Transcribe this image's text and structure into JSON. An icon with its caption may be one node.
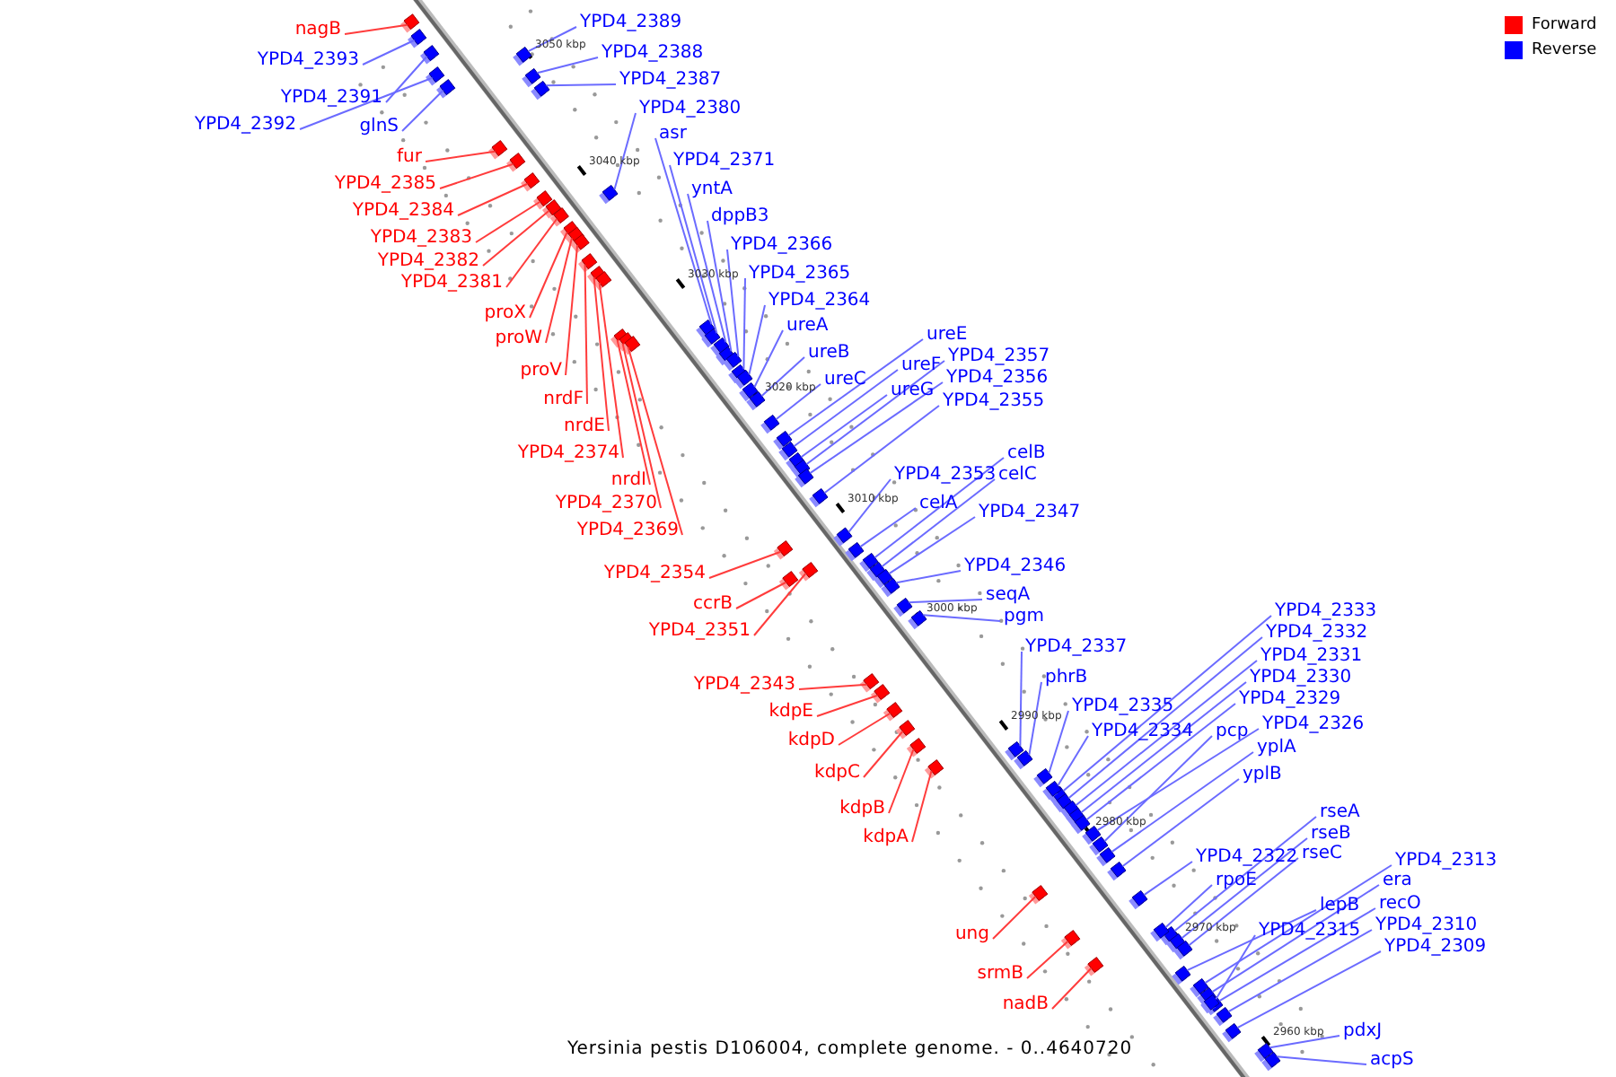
{
  "diagram": {
    "caption": "Yersinia pestis D106004, complete genome. - 0..4640720",
    "nodes": [
      {
        "text": [
          "nagB"
        ]
      },
      {
        "text": [
          "YPD4_2393"
        ]
      },
      {
        "text": [
          "YPD4_2391"
        ]
      },
      {
        "text": [
          "YPD4_2392"
        ]
      },
      {
        "text": [
          "glnS"
        ]
      },
      {
        "text": [
          "YPD4_2389"
        ]
      },
      {
        "text": [
          "YPD4_2388"
        ]
      },
      {
        "text": [
          "YPD4_2387"
        ]
      },
      {
        "text": [
          "YPD4_2380"
        ]
      },
      {
        "text": [
          "asr"
        ]
      },
      {
        "text": [
          "YPD4_2371"
        ]
      },
      {
        "text": [
          "yntA"
        ]
      },
      {
        "text": [
          "dppB3"
        ]
      },
      {
        "text": [
          "YPD4_2366"
        ]
      },
      {
        "text": [
          "YPD4_2365"
        ]
      },
      {
        "text": [
          "YPD4_2364"
        ]
      },
      {
        "text": [
          "ureA"
        ]
      },
      {
        "text": [
          "ureB"
        ]
      },
      {
        "text": [
          "ureC"
        ]
      },
      {
        "text": [
          "ureE"
        ]
      },
      {
        "text": [
          "ureF"
        ]
      },
      {
        "text": [
          "ureG"
        ]
      },
      {
        "text": [
          "YPD4_2357"
        ]
      },
      {
        "text": [
          "YPD4_2356"
        ]
      },
      {
        "text": [
          "YPD4_2355"
        ]
      },
      {
        "text": [
          "fur"
        ]
      },
      {
        "text": [
          "YPD4_2385"
        ]
      },
      {
        "text": [
          "YPD4_2384"
        ]
      },
      {
        "text": [
          "YPD4_2383"
        ]
      },
      {
        "text": [
          "YPD4_2382"
        ]
      },
      {
        "text": [
          "YPD4_2381"
        ]
      },
      {
        "text": [
          "proX"
        ]
      },
      {
        "text": [
          "proW"
        ]
      },
      {
        "text": [
          "proV"
        ]
      },
      {
        "text": [
          "nrdF"
        ]
      },
      {
        "text": [
          "nrdE"
        ]
      },
      {
        "text": [
          "YPD4_2374"
        ]
      },
      {
        "text": [
          "nrdI"
        ]
      },
      {
        "text": [
          "YPD4_2370"
        ]
      },
      {
        "text": [
          "YPD4_2369"
        ]
      },
      {
        "text": [
          "YPD4_2353"
        ]
      },
      {
        "text": [
          "celB"
        ]
      },
      {
        "text": [
          "celC"
        ]
      },
      {
        "text": [
          "celA"
        ]
      },
      {
        "text": [
          "YPD4_2347"
        ]
      },
      {
        "text": [
          "YPD4_2354"
        ]
      },
      {
        "text": [
          "ccrB"
        ]
      },
      {
        "text": [
          "YPD4_2351"
        ]
      },
      {
        "text": [
          "YPD4_2346"
        ]
      },
      {
        "text": [
          "seqA"
        ]
      },
      {
        "text": [
          "pgm"
        ]
      },
      {
        "text": [
          "YPD4_2333"
        ]
      },
      {
        "text": [
          "YPD4_2332"
        ]
      },
      {
        "text": [
          "YPD4_2331"
        ]
      },
      {
        "text": [
          "YPD4_2337"
        ]
      },
      {
        "text": [
          "YPD4_2330"
        ]
      },
      {
        "text": [
          "phrB"
        ]
      },
      {
        "text": [
          "YPD4_2343"
        ]
      },
      {
        "text": [
          "YPD4_2329"
        ]
      },
      {
        "text": [
          "YPD4_2335"
        ]
      },
      {
        "text": [
          "kdpE"
        ]
      },
      {
        "text": [
          "YPD4_2326"
        ]
      },
      {
        "text": [
          "pcp"
        ]
      },
      {
        "text": [
          "YPD4_2334"
        ]
      },
      {
        "text": [
          "kdpD"
        ]
      },
      {
        "text": [
          "yplA"
        ]
      },
      {
        "text": [
          "kdpC"
        ]
      },
      {
        "text": [
          "yplB"
        ]
      },
      {
        "text": [
          "kdpB"
        ]
      },
      {
        "text": [
          "rseA"
        ]
      },
      {
        "text": [
          "rseB"
        ]
      },
      {
        "text": [
          "kdpA"
        ]
      },
      {
        "text": [
          "rseC"
        ]
      },
      {
        "text": [
          "YPD4_2322"
        ]
      },
      {
        "text": [
          "YPD4_2313"
        ]
      },
      {
        "text": [
          "rpoE"
        ]
      },
      {
        "text": [
          "era"
        ]
      },
      {
        "text": [
          "recO"
        ]
      },
      {
        "text": [
          "lepB"
        ]
      },
      {
        "text": [
          "YPD4_2310"
        ]
      },
      {
        "text": [
          "YPD4_2315"
        ]
      },
      {
        "text": [
          "ung"
        ]
      },
      {
        "text": [
          "YPD4_2309"
        ]
      },
      {
        "text": [
          "srmB"
        ]
      },
      {
        "text": [
          "nadB"
        ]
      },
      {
        "text": [
          "pdxJ"
        ]
      },
      {
        "text": [
          "acpS"
        ]
      },
      {
        "text": [],
        "shape": "box"
      },
      {
        "text": [],
        "shape": "box"
      },
      {
        "text": [],
        "shape": "box"
      },
      {
        "text": [],
        "shape": "box"
      },
      {
        "text": [],
        "shape": "box"
      },
      {
        "text": [],
        "shape": "box"
      },
      {
        "text": [],
        "shape": "box"
      },
      {
        "text": [],
        "shape": "box"
      },
      {
        "text": [],
        "shape": "box"
      },
      {
        "text": [],
        "shape": "box"
      },
      {
        "text": [],
        "shape": "box"
      },
      {
        "text": [],
        "shape": "box"
      },
      {
        "text": [],
        "shape": "box"
      },
      {
        "text": [],
        "shape": "box"
      },
      {
        "text": [],
        "shape": "box"
      },
      {
        "text": [],
        "shape": "box"
      },
      {
        "text": [],
        "shape": "box"
      },
      {
        "text": [],
        "shape": "box"
      },
      {
        "text": [],
        "shape": "box"
      },
      {
        "text": [],
        "shape": "box"
      },
      {
        "text": [],
        "shape": "box"
      },
      {
        "text": [],
        "shape": "box"
      },
      {
        "text": [],
        "shape": "box"
      },
      {
        "text": [],
        "shape": "box"
      },
      {
        "text": [],
        "shape": "box"
      },
      {
        "text": [],
        "shape": "box"
      },
      {
        "text": [],
        "shape": "box"
      },
      {
        "text": [],
        "shape": "box"
      },
      {
        "text": [],
        "shape": "box"
      },
      {
        "text": [],
        "shape": "box"
      },
      {
        "text": [],
        "shape": "box"
      },
      {
        "text": [],
        "shape": "box"
      },
      {
        "text": [],
        "shape": "box"
      },
      {
        "text": [],
        "shape": "box"
      },
      {
        "text": [],
        "shape": "box"
      },
      {
        "text": [],
        "shape": "box"
      },
      {
        "text": [],
        "shape": "box"
      },
      {
        "text": [],
        "shape": "box"
      },
      {
        "text": [],
        "shape": "box"
      },
      {
        "text": [],
        "shape": "box"
      },
      {
        "text": [],
        "shape": "box"
      },
      {
        "text": [],
        "shape": "box"
      },
      {
        "text": [],
        "shape": "box"
      },
      {
        "text": [],
        "shape": "box"
      },
      {
        "text": [],
        "shape": "box"
      },
      {
        "text": [],
        "shape": "box"
      },
      {
        "text": [],
        "shape": "box"
      },
      {
        "text": [],
        "shape": "box"
      },
      {
        "text": [],
        "shape": "box"
      },
      {
        "text": [],
        "shape": "box"
      },
      {
        "text": [],
        "shape": "box"
      },
      {
        "text": [],
        "shape": "box"
      },
      {
        "text": [],
        "shape": "box"
      },
      {
        "text": [],
        "shape": "box"
      },
      {
        "text": [],
        "shape": "box"
      },
      {
        "text": [],
        "shape": "box"
      },
      {
        "text": [],
        "shape": "box"
      },
      {
        "text": [],
        "shape": "box"
      },
      {
        "text": [],
        "shape": "box"
      },
      {
        "text": [],
        "shape": "box"
      },
      {
        "text": [],
        "shape": "box"
      },
      {
        "text": [],
        "shape": "box"
      },
      {
        "text": [],
        "shape": "box"
      },
      {
        "text": [],
        "shape": "box"
      },
      {
        "text": [],
        "shape": "box"
      },
      {
        "text": [],
        "shape": "box"
      },
      {
        "text": [],
        "shape": "box"
      },
      {
        "text": [],
        "shape": "box"
      },
      {
        "text": [],
        "shape": "box"
      },
      {
        "text": [],
        "shape": "box"
      },
      {
        "text": [],
        "shape": "box"
      },
      {
        "text": [],
        "shape": "box"
      },
      {
        "text": [],
        "shape": "box"
      },
      {
        "text": [],
        "shape": "box"
      },
      {
        "text": [],
        "shape": "box"
      },
      {
        "text": [],
        "shape": "box"
      },
      {
        "text": [],
        "shape": "box"
      },
      {
        "text": [],
        "shape": "box"
      },
      {
        "text": [],
        "shape": "box"
      },
      {
        "text": [],
        "shape": "box"
      },
      {
        "text": [],
        "shape": "box"
      },
      {
        "text": [],
        "shape": "box"
      },
      {
        "text": [],
        "shape": "box"
      },
      {
        "text": [],
        "shape": "box"
      },
      {
        "text": [],
        "shape": "box"
      },
      {
        "text": [],
        "shape": "box"
      },
      {
        "text": [],
        "shape": "box"
      }
    ],
    "edges": [
      {
        "from": 0,
        "to": 87,
        "arrow": "none",
        "color": "#ff3c3c"
      },
      {
        "from": 1,
        "to": 88,
        "arrow": "none"
      },
      {
        "from": 2,
        "to": 89,
        "arrow": "none"
      },
      {
        "from": 3,
        "to": 90,
        "arrow": "none"
      },
      {
        "from": 4,
        "to": 91,
        "arrow": "none"
      },
      {
        "from": 5,
        "to": 92,
        "arrow": "none"
      },
      {
        "from": 6,
        "to": 93,
        "arrow": "none"
      },
      {
        "from": 7,
        "to": 94,
        "arrow": "none"
      },
      {
        "from": 8,
        "to": 95,
        "arrow": "none"
      },
      {
        "from": 9,
        "to": 96,
        "arrow": "none"
      },
      {
        "from": 10,
        "to": 97,
        "arrow": "none"
      },
      {
        "from": 11,
        "to": 98,
        "arrow": "none"
      },
      {
        "from": 12,
        "to": 99,
        "arrow": "none"
      },
      {
        "from": 13,
        "to": 100,
        "arrow": "none"
      },
      {
        "from": 14,
        "to": 101,
        "arrow": "none"
      },
      {
        "from": 15,
        "to": 102,
        "arrow": "none"
      },
      {
        "from": 16,
        "to": 103,
        "arrow": "none"
      },
      {
        "from": 17,
        "to": 104,
        "arrow": "none"
      },
      {
        "from": 18,
        "to": 105,
        "arrow": "none"
      },
      {
        "from": 19,
        "to": 106,
        "arrow": "none"
      },
      {
        "from": 20,
        "to": 107,
        "arrow": "none"
      },
      {
        "from": 21,
        "to": 108,
        "arrow": "none"
      },
      {
        "from": 22,
        "to": 109,
        "arrow": "none"
      },
      {
        "from": 23,
        "to": 110,
        "arrow": "none"
      },
      {
        "from": 24,
        "to": 111,
        "arrow": "none"
      },
      {
        "from": 25,
        "to": 112,
        "arrow": "none",
        "color": "#ff3c3c"
      },
      {
        "from": 26,
        "to": 113,
        "arrow": "none",
        "color": "#ff3c3c"
      },
      {
        "from": 27,
        "to": 114,
        "arrow": "none",
        "color": "#ff3c3c"
      },
      {
        "from": 28,
        "to": 115,
        "arrow": "none",
        "color": "#ff3c3c"
      },
      {
        "from": 29,
        "to": 116,
        "arrow": "none",
        "color": "#ff3c3c"
      },
      {
        "from": 30,
        "to": 117,
        "arrow": "none",
        "color": "#ff3c3c"
      },
      {
        "from": 31,
        "to": 118,
        "arrow": "none",
        "color": "#ff3c3c"
      },
      {
        "from": 32,
        "to": 119,
        "arrow": "none",
        "color": "#ff3c3c"
      },
      {
        "from": 33,
        "to": 120,
        "arrow": "none",
        "color": "#ff3c3c"
      },
      {
        "from": 34,
        "to": 121,
        "arrow": "none",
        "color": "#ff3c3c"
      },
      {
        "from": 35,
        "to": 122,
        "arrow": "none",
        "color": "#ff3c3c"
      },
      {
        "from": 36,
        "to": 123,
        "arrow": "none",
        "color": "#ff3c3c"
      },
      {
        "from": 37,
        "to": 124,
        "arrow": "none",
        "color": "#ff3c3c"
      },
      {
        "from": 38,
        "to": 125,
        "arrow": "none",
        "color": "#ff3c3c"
      },
      {
        "from": 39,
        "to": 126,
        "arrow": "none",
        "color": "#ff3c3c"
      },
      {
        "from": 40,
        "to": 127,
        "arrow": "none"
      },
      {
        "from": 41,
        "to": 128,
        "arrow": "none"
      },
      {
        "from": 42,
        "to": 129,
        "arrow": "none"
      },
      {
        "from": 43,
        "to": 130,
        "arrow": "none"
      },
      {
        "from": 44,
        "to": 131,
        "arrow": "none"
      },
      {
        "from": 45,
        "to": 132,
        "arrow": "none",
        "color": "#ff3c3c"
      },
      {
        "from": 46,
        "to": 133,
        "arrow": "none",
        "color": "#ff3c3c"
      },
      {
        "from": 47,
        "to": 134,
        "arrow": "none",
        "color": "#ff3c3c"
      },
      {
        "from": 48,
        "to": 135,
        "arrow": "none"
      },
      {
        "from": 49,
        "to": 136,
        "arrow": "none"
      },
      {
        "from": 50,
        "to": 137,
        "arrow": "none"
      },
      {
        "from": 51,
        "to": 138,
        "arrow": "none"
      },
      {
        "from": 52,
        "to": 139,
        "arrow": "none"
      },
      {
        "from": 53,
        "to": 140,
        "arrow": "none"
      },
      {
        "from": 54,
        "to": 141,
        "arrow": "none"
      },
      {
        "from": 55,
        "to": 142,
        "arrow": "none"
      },
      {
        "from": 56,
        "to": 143,
        "arrow": "none"
      },
      {
        "from": 57,
        "to": 144,
        "arrow": "none",
        "color": "#ff3c3c"
      },
      {
        "from": 58,
        "to": 145,
        "arrow": "none"
      },
      {
        "from": 59,
        "to": 146,
        "arrow": "none"
      },
      {
        "from": 60,
        "to": 147,
        "arrow": "none",
        "color": "#ff3c3c"
      },
      {
        "from": 61,
        "to": 148,
        "arrow": "none"
      },
      {
        "from": 62,
        "to": 149,
        "arrow": "none"
      },
      {
        "from": 63,
        "to": 150,
        "arrow": "none"
      },
      {
        "from": 64,
        "to": 151,
        "arrow": "none",
        "color": "#ff3c3c"
      },
      {
        "from": 65,
        "to": 152,
        "arrow": "none"
      },
      {
        "from": 66,
        "to": 153,
        "arrow": "none",
        "color": "#ff3c3c"
      },
      {
        "from": 67,
        "to": 154,
        "arrow": "none"
      },
      {
        "from": 68,
        "to": 155,
        "arrow": "none",
        "color": "#ff3c3c"
      },
      {
        "from": 69,
        "to": 156,
        "arrow": "none"
      },
      {
        "from": 70,
        "to": 157,
        "arrow": "none"
      },
      {
        "from": 71,
        "to": 158,
        "arrow": "none",
        "color": "#ff3c3c"
      },
      {
        "from": 72,
        "to": 159,
        "arrow": "none"
      },
      {
        "from": 73,
        "to": 160,
        "arrow": "none"
      },
      {
        "from": 74,
        "to": 161,
        "arrow": "none"
      },
      {
        "from": 75,
        "to": 162,
        "arrow": "none"
      },
      {
        "from": 76,
        "to": 163,
        "arrow": "none"
      },
      {
        "from": 77,
        "to": 164,
        "arrow": "none"
      },
      {
        "from": 78,
        "to": 165,
        "arrow": "none"
      },
      {
        "from": 79,
        "to": 166,
        "arrow": "none"
      },
      {
        "from": 80,
        "to": 167,
        "arrow": "none"
      },
      {
        "from": 81,
        "to": 168,
        "arrow": "none",
        "color": "#ff3c3c"
      },
      {
        "from": 82,
        "to": 169,
        "arrow": "none"
      },
      {
        "from": 83,
        "to": 170,
        "arrow": "none",
        "color": "#ff3c3c"
      },
      {
        "from": 84,
        "to": 171,
        "arrow": "none",
        "color": "#ff3c3c"
      },
      {
        "from": 85,
        "to": 172,
        "arrow": "none"
      },
      {
        "from": 86,
        "to": 173,
        "arrow": "none"
      }
    ],
    "labels": [
      "3050 kbp",
      "3040 kbp",
      "3030 kbp",
      "3020 kbp",
      "3010 kbp",
      "3000 kbp",
      "2990 kbp",
      "2980 kbp",
      "2970 kbp",
      "2960 kbp"
    ],
    "legend": [
      {
        "text": "Forward",
        "color": "#ff0000"
      },
      {
        "text": "Reverse",
        "color": "#0000ff"
      }
    ]
  }
}
